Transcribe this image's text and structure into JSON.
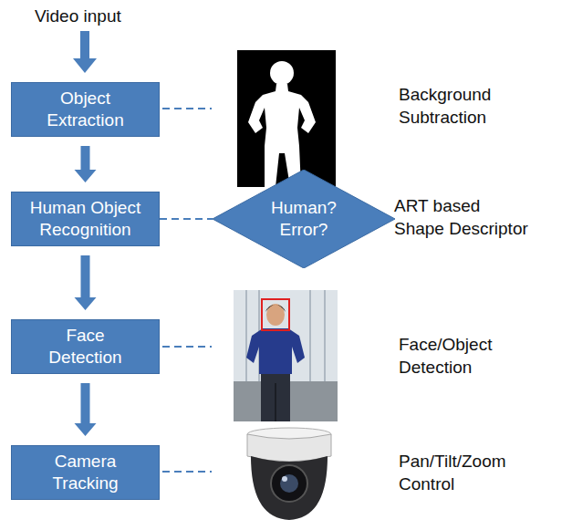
{
  "diagram": {
    "nodes": [
      {
        "text": [
          "Object Extraction"
        ]
      },
      {
        "text": [
          "Human Object Recognition"
        ]
      },
      {
        "text": [
          "Human? Error?"
        ]
      },
      {
        "text": [
          "Face Detection"
        ]
      },
      {
        "text": [
          "Camera Tracking"
        ]
      }
    ],
    "edges": [
      {
        "from": 0,
        "to": 1,
        "arrow": "to"
      },
      {
        "from": 1,
        "to": 2,
        "arrow": "none"
      },
      {
        "from": 1,
        "to": 3,
        "arrow": "to"
      },
      {
        "from": 3,
        "to": 4,
        "arrow": "to"
      }
    ],
    "labels": [
      "Video input",
      "Background Subtraction",
      "ART based Shape Descriptor",
      "Face/Object Detection",
      "Pan/Tilt/Zoom Control"
    ]
  }
}
